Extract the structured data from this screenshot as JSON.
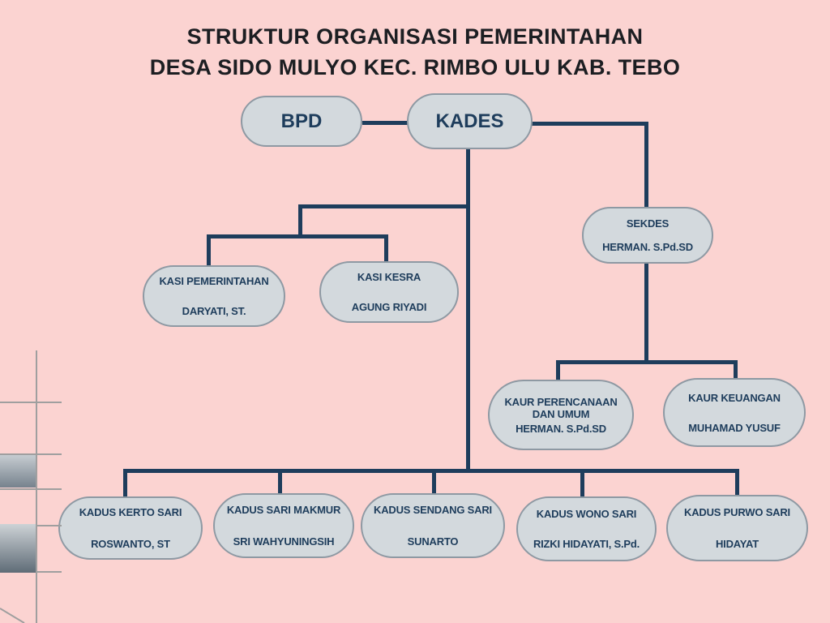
{
  "title": {
    "line1": "STRUKTUR ORGANISASI PEMERINTAHAN",
    "line2": "DESA SIDO MULYO KEC. RIMBO ULU KAB. TEBO"
  },
  "nodes": {
    "bpd": {
      "title": "BPD"
    },
    "kades": {
      "title": "KADES"
    },
    "sekdes": {
      "title": "SEKDES",
      "name": "HERMAN. S.Pd.SD"
    },
    "kasi_pemerintahan": {
      "title": "KASI PEMERINTAHAN",
      "name": "DARYATI, ST."
    },
    "kasi_kesra": {
      "title": "KASI KESRA",
      "name": "AGUNG RIYADI"
    },
    "kaur_perencanaan": {
      "title": "KAUR PERENCANAAN DAN UMUM",
      "name": "HERMAN. S.Pd.SD"
    },
    "kaur_keuangan": {
      "title": "KAUR KEUANGAN",
      "name": "MUHAMAD YUSUF"
    },
    "kadus_kerto_sari": {
      "title": "KADUS KERTO SARI",
      "name": "ROSWANTO, ST"
    },
    "kadus_sari_makmur": {
      "title": "KADUS SARI MAKMUR",
      "name": "SRI WAHYUNINGSIH"
    },
    "kadus_sendang_sari": {
      "title": "KADUS SENDANG SARI",
      "name": "SUNARTO"
    },
    "kadus_wono_sari": {
      "title": "KADUS WONO SARI",
      "name": "RIZKI HIDAYATI, S.Pd."
    },
    "kadus_purwo_sari": {
      "title": "KADUS PURWO SARI",
      "name": "HIDAYAT"
    }
  },
  "colors": {
    "background": "#fbd3d1",
    "node_fill": "#d3d9dd",
    "node_border": "#8e99a3",
    "line_and_text": "#1e3d5c",
    "title_text": "#1c1e22",
    "ruler_gray": "#9f9f9f"
  }
}
